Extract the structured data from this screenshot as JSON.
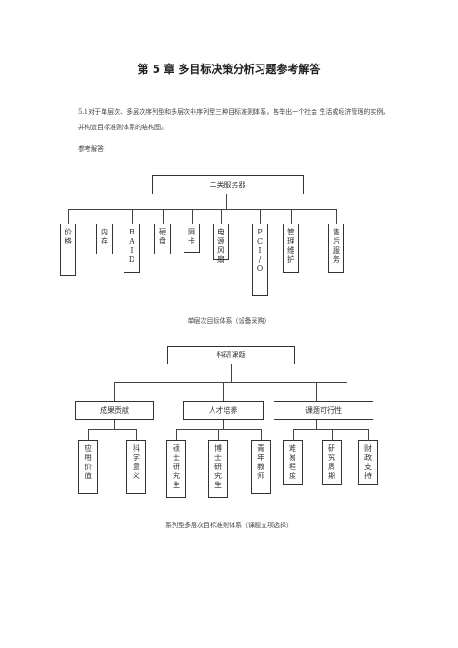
{
  "doc": {
    "title": "第 5 章  多目标决策分析习题参考解答",
    "question": "5.1对于单层次、多层次序列型和多层次非序列型三种目标准则体系，各举出一个社会 生活或经济管理的实例，并构造目标准则体系的结构图。",
    "answer_label": "参考解答："
  },
  "chart1": {
    "root": "二类服务器",
    "children": [
      [
        "价",
        "格"
      ],
      [
        "内",
        "存"
      ],
      [
        "R",
        "A",
        "I",
        "D"
      ],
      [
        "硬",
        "盘"
      ],
      [
        "网",
        "卡"
      ],
      [
        "电",
        "源",
        "风",
        "扇"
      ],
      [
        "P",
        "C",
        "I",
        "/",
        "O"
      ],
      [
        "管",
        "理",
        "维",
        "护"
      ],
      [
        "售",
        "后",
        "服",
        "务"
      ]
    ],
    "caption": "单层次目标体系（设备采购）"
  },
  "chart2": {
    "root": "科研课题",
    "groups": [
      {
        "label": "成果贡献",
        "children": [
          [
            "应",
            "用",
            "价",
            "值"
          ],
          [
            "科",
            "学",
            "意",
            "义"
          ]
        ]
      },
      {
        "label": "人才培养",
        "children": [
          [
            "硕",
            "士",
            "研",
            "究",
            "生"
          ],
          [
            "博",
            "士",
            "研",
            "究",
            "生"
          ],
          [
            "青",
            "年",
            "教",
            "师"
          ]
        ]
      },
      {
        "label": "课题可行性",
        "children": [
          [
            "难",
            "易",
            "程",
            "度"
          ],
          [
            "研",
            "究",
            "周",
            "期"
          ],
          [
            "财",
            "政",
            "支",
            "持"
          ]
        ]
      }
    ],
    "caption": "系列型多层次目标准则体系（课题立项选择）"
  }
}
